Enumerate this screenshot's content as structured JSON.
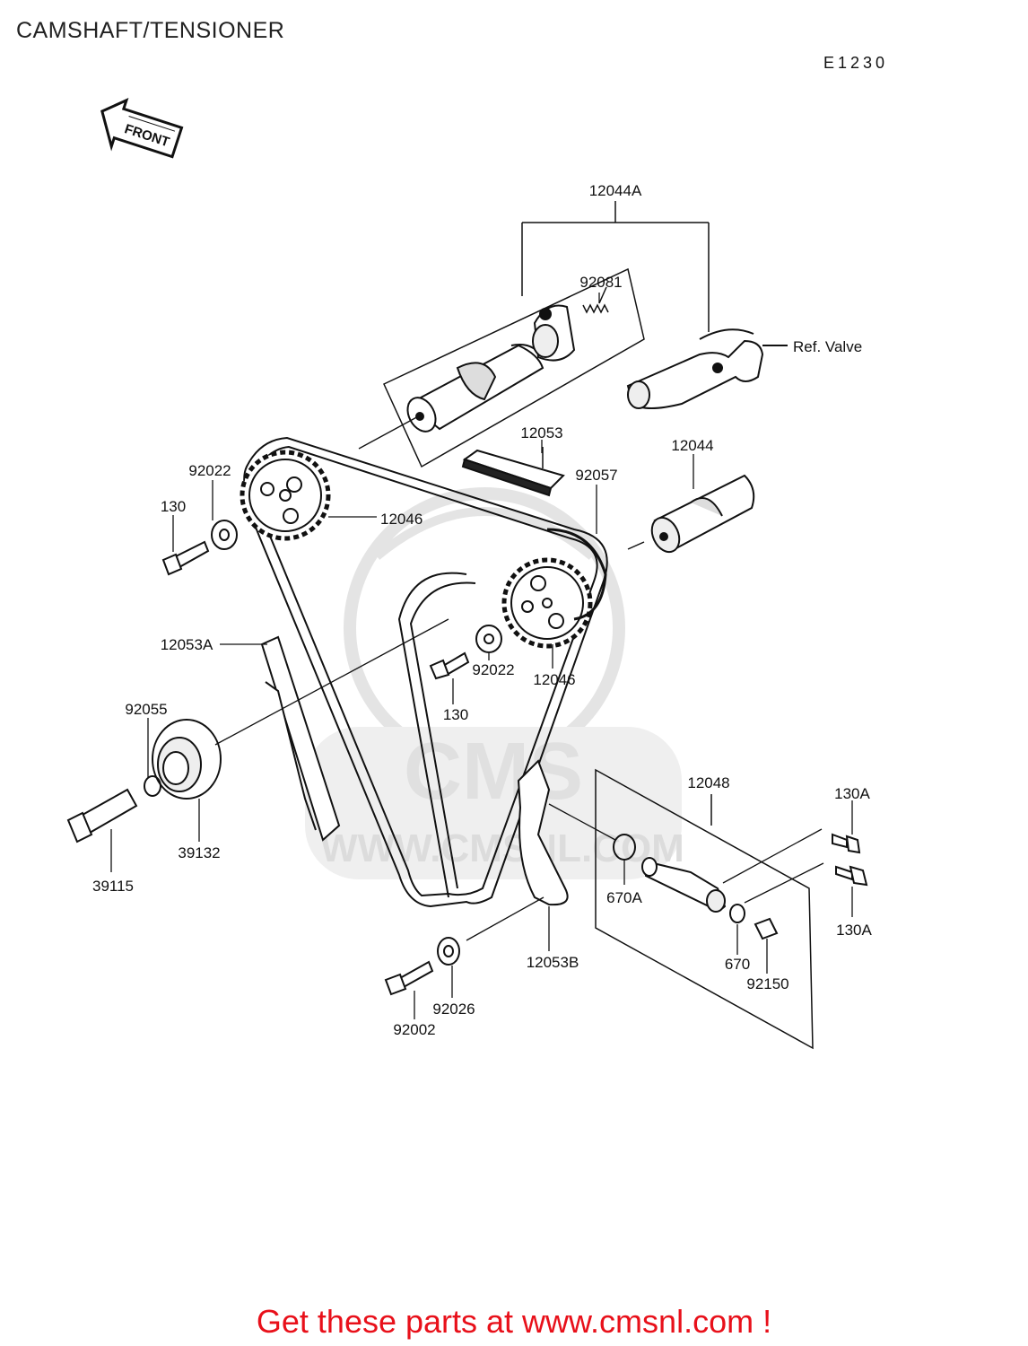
{
  "header": {
    "title": "CAMSHAFT/TENSIONER",
    "diagram_code": "E1230"
  },
  "front_arrow": {
    "label": "FRONT"
  },
  "watermark": {
    "logo": "CMS",
    "url": "WWW.CMSNL.COM"
  },
  "callouts": {
    "p12044A": "12044A",
    "p92081": "92081",
    "ref_valve": "Ref. Valve",
    "p12053": "12053",
    "p12044": "12044",
    "p92057": "92057",
    "p92022_top": "92022",
    "p130_top": "130",
    "p12046_top": "12046",
    "p12046_bottom": "12046",
    "p92022_mid": "92022",
    "p130_mid": "130",
    "p12053A": "12053A",
    "p92055": "92055",
    "p39132": "39132",
    "p39115": "39115",
    "p12048": "12048",
    "p130A_top": "130A",
    "p130A_bottom": "130A",
    "p670A": "670A",
    "p670": "670",
    "p92150": "92150",
    "p12053B": "12053B",
    "p92026": "92026",
    "p92002": "92002"
  },
  "footer": {
    "cta": "Get these parts at www.cmsnl.com !"
  },
  "colors": {
    "footer_text": "#e8101a",
    "line_art": "#111111",
    "watermark": "#e4e4e4"
  }
}
